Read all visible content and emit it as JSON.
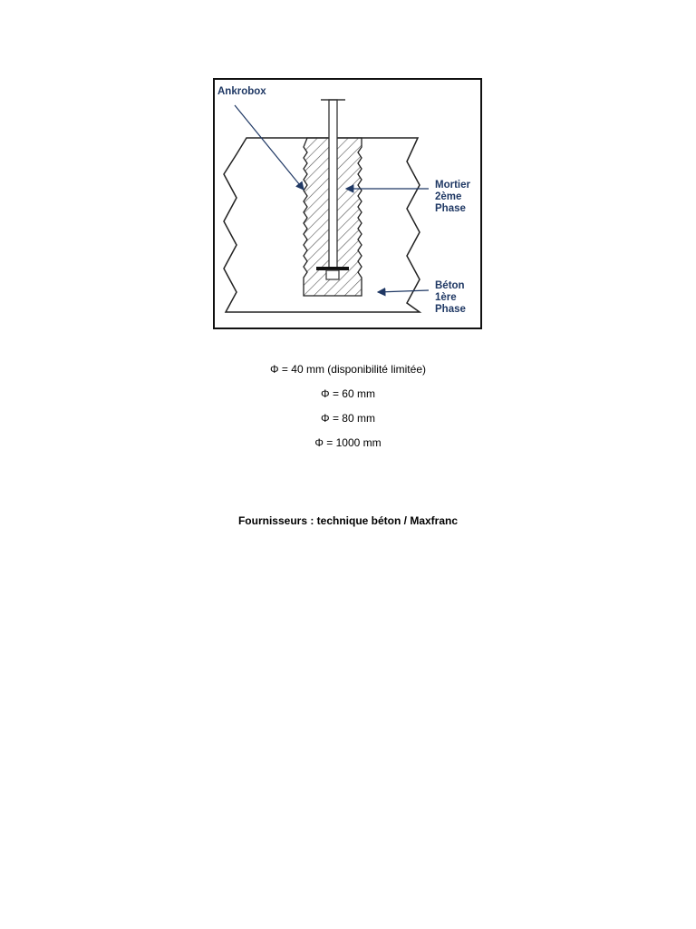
{
  "figure": {
    "labels": {
      "ankrobox": "Ankrobox",
      "mortier": [
        "Mortier",
        "2ème",
        "Phase"
      ],
      "beton": [
        "Béton",
        "1ère",
        "Phase"
      ]
    },
    "colors": {
      "label": "#1f3864",
      "arrow": "#1f3864",
      "outline": "#222222",
      "hatch": "#555555"
    }
  },
  "diameters": [
    "Φ = 40 mm (disponibilité limitée)",
    "Φ = 60 mm",
    "Φ = 80 mm",
    "Φ = 1000 mm"
  ],
  "suppliers": "Fournisseurs : technique béton / Maxfranc"
}
